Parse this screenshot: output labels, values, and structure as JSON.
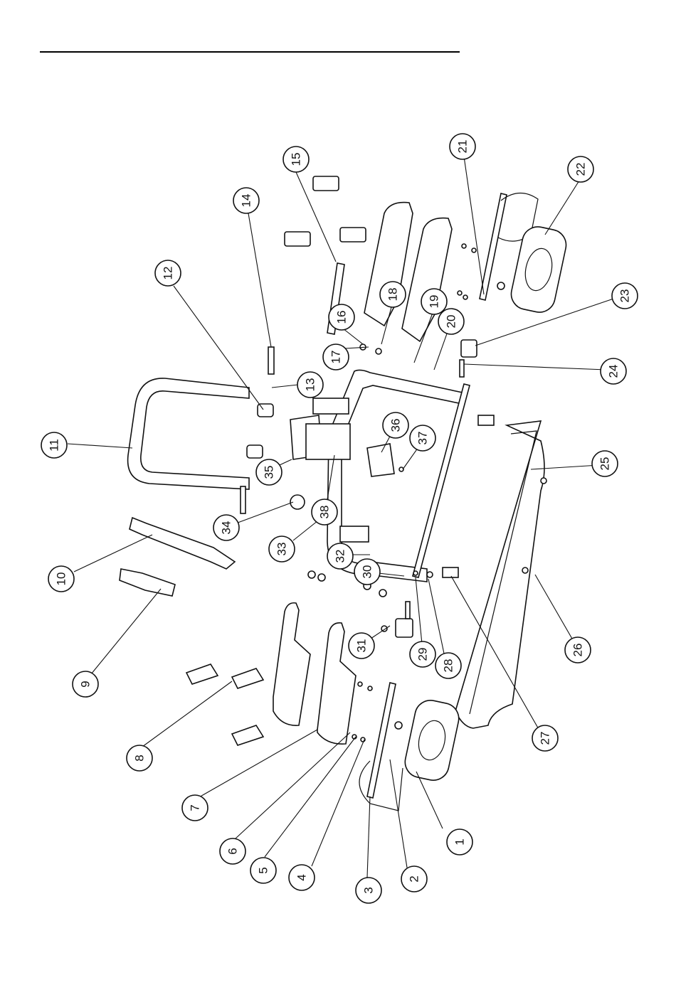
{
  "diagram": {
    "type": "exploded-parts-view",
    "label_rotation_deg": -90,
    "callouts": [
      "1",
      "2",
      "3",
      "4",
      "5",
      "6",
      "7",
      "8",
      "9",
      "10",
      "11",
      "12",
      "13",
      "14",
      "15",
      "16",
      "17",
      "18",
      "19",
      "20",
      "21",
      "22",
      "23",
      "24",
      "25",
      "26",
      "27",
      "28",
      "29",
      "30",
      "31",
      "32",
      "33",
      "34",
      "35",
      "36",
      "37",
      "38"
    ]
  }
}
